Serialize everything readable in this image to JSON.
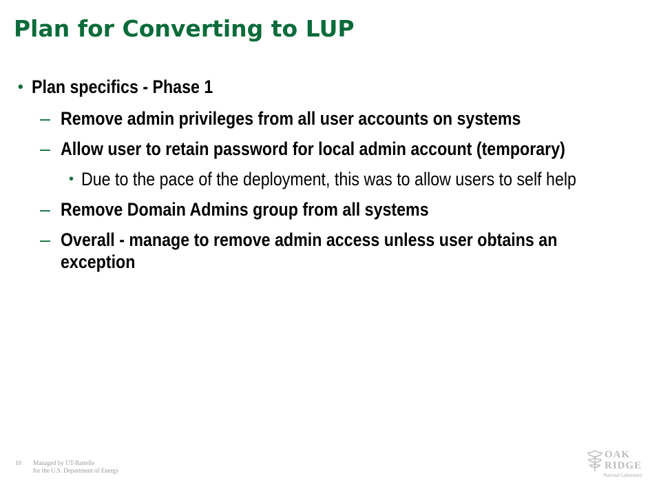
{
  "slide": {
    "title": "Plan for Converting to LUP",
    "bullets": [
      {
        "marker": "•",
        "text": "Plan specifics - Phase 1"
      },
      {
        "marker": "–",
        "text": "Remove admin privileges from all user accounts on systems"
      },
      {
        "marker": "–",
        "text": "Allow user to retain password for local admin account  (temporary)"
      },
      {
        "marker": "•",
        "text": "Due to the pace of the deployment, this was to allow users to self help"
      },
      {
        "marker": "–",
        "text": "Remove Domain Admins group from all systems"
      },
      {
        "marker": "–",
        "text": "Overall - manage to remove admin access unless user obtains an exception"
      }
    ]
  },
  "footer": {
    "page_number": "10",
    "managed_line1": "Managed by UT-Battelle",
    "managed_line2": "for the U.S. Department of Energy"
  },
  "logo": {
    "word1": "OAK",
    "word2": "RIDGE",
    "word3": "National Laboratory",
    "icon": "leaf-icon"
  },
  "colors": {
    "title": "#0b6b3a",
    "footer_text": "#9a9a9a",
    "logo": "#bdbdbd"
  }
}
